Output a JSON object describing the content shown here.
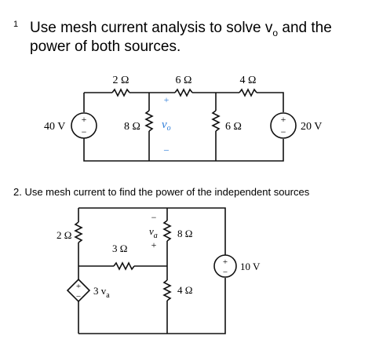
{
  "problem1": {
    "number": "1",
    "line1": "Use mesh current analysis to solve v",
    "line1_sub": "o",
    "line1_tail": " and the",
    "line2": "power of  both sources.",
    "labels": {
      "r_2ohm": "2 Ω",
      "r_6ohm_top": "6 Ω",
      "r_4ohm": "4 Ω",
      "r_8ohm": "8 Ω",
      "r_6ohm_mid": "6 Ω",
      "src_left": "40 V",
      "src_right": "20 V",
      "vo_italic": "v",
      "vo_sub": "o",
      "plus": "+",
      "minus": "−"
    }
  },
  "problem2": {
    "text": "2. Use mesh current to find the power of the independent sources",
    "labels": {
      "r_2ohm": "2 Ω",
      "r_3ohm": "3 Ω",
      "r_8ohm": "8 Ω",
      "r_4ohm": "4 Ω",
      "src_10v": "10 V",
      "dep_src_coef": "3 v",
      "dep_src_sub": "a",
      "va": "v",
      "va_sub": "a",
      "plus": "+",
      "minus": "−"
    }
  },
  "colors": {
    "ink": "#111111",
    "accent": "#2b7bd8"
  }
}
